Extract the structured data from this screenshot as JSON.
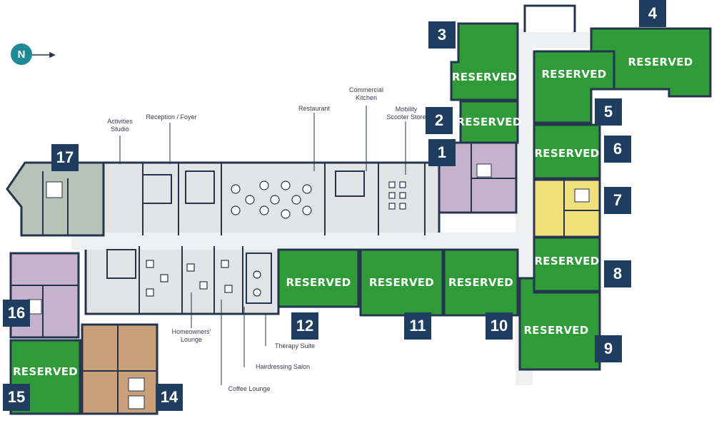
{
  "colors": {
    "reserved_green": "#2f9b38",
    "number_box": "#1f3d5e",
    "wall": "#25344f",
    "corridor": "#e3e4e6",
    "apt_grey_green": "#b5c2b6",
    "apt_purple": "#c7b2cd",
    "apt_yellow": "#f0df7a",
    "apt_orange": "#c9a079",
    "compass": "#1f8a96"
  },
  "compass": {
    "letter": "N",
    "icon": "north-arrow-icon"
  },
  "apartments": [
    {
      "number": "1",
      "status": "available",
      "color": "apt_purple"
    },
    {
      "number": "2",
      "status": "Reserved",
      "label": "RESERVED"
    },
    {
      "number": "3",
      "status": "Reserved",
      "label": "RESERVED"
    },
    {
      "number": "4",
      "status": "Reserved",
      "label": "RESERVED"
    },
    {
      "number": "5",
      "status": "Reserved",
      "label": "RESERVED"
    },
    {
      "number": "6",
      "status": "Reserved",
      "label": "RESERVED"
    },
    {
      "number": "7",
      "status": "available",
      "color": "apt_yellow"
    },
    {
      "number": "8",
      "status": "Reserved",
      "label": "RESERVED"
    },
    {
      "number": "9",
      "status": "Reserved",
      "label": "RESERVED"
    },
    {
      "number": "10",
      "status": "Reserved",
      "label": "RESERVED"
    },
    {
      "number": "11",
      "status": "Reserved",
      "label": "RESERVED"
    },
    {
      "number": "12",
      "status": "Reserved",
      "label": "RESERVED"
    },
    {
      "number": "14",
      "status": "available",
      "color": "apt_orange"
    },
    {
      "number": "15",
      "status": "Reserved",
      "label": "RESERVED"
    },
    {
      "number": "16",
      "status": "available",
      "color": "apt_purple"
    },
    {
      "number": "17",
      "status": "available",
      "color": "apt_grey_green"
    }
  ],
  "rooms": {
    "activities_studio": "Activities\nStudio",
    "reception_foyer": "Reception / Foyer",
    "restaurant": "Restaurant",
    "commercial_kitchen": "Commercial\nKitchen",
    "mobility_scooter_store": "Mobility\nScooter Store",
    "homeowners_lounge": "Homeowners'\nLounge",
    "coffee_lounge": "Coffee Lounge",
    "hairdressing_salon": "Hairdressing Salon",
    "therapy_suite": "Therapy Suite"
  }
}
